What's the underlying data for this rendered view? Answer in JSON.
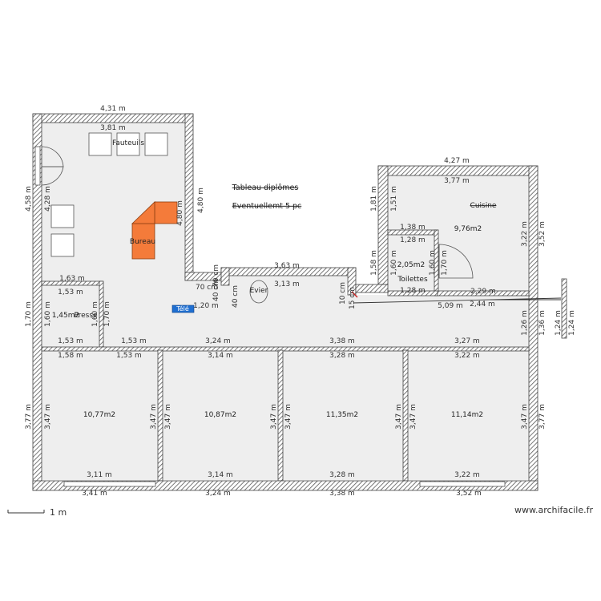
{
  "brand": {
    "footer": "www.archifacile.fr",
    "scale": "1 m"
  },
  "colors": {
    "wall": "#444444",
    "floor": "#eeeeee",
    "desk": "#f47b3a",
    "tv": "#1f6fd1"
  },
  "labels": {
    "fauteuils": "Fauteuils",
    "bureau": "Bureau",
    "tableau": "Tableau diplômes",
    "eventuel": "Eventuellemt 5 pc",
    "evier": "Evier",
    "tele": "Télé",
    "cuisine": "Cuisine",
    "toilettes": "Toilettes",
    "presse": "Presse"
  },
  "areas": {
    "kitchen": "9,76m2",
    "toilet": "2,05m2",
    "small": "1,45m2",
    "room1": "10,77m2",
    "room2": "10,87m2",
    "room3": "11,35m2",
    "room4": "11,14m2"
  },
  "dims": {
    "top_outer": "4,31 m",
    "top_inner": "3,81 m",
    "left_outer": "4,58 m",
    "left_inner": "4,28 m",
    "office_right_a": "4,80 m",
    "office_right_b": "4,80 m",
    "corr_top": "3,63 m",
    "corr_inner": "3,13 m",
    "d_70a": "70 cm",
    "d_40a": "40 cm",
    "d_70b": "70 cm",
    "d_40b": "40 cm",
    "d_10": "10 cm",
    "d_15": "15 cm",
    "w_120": "1,20 m",
    "k_top_outer": "4,27 m",
    "k_top_inner": "3,77 m",
    "k_left_outer": "1,81 m",
    "k_left_inner": "1,51 m",
    "k_right_inner": "3,22 m",
    "k_right_outer": "3,52 m",
    "t_outer": "1,38 m",
    "t_inner": "1,28 m",
    "t_bottom": "1,28 m",
    "t_left_outer": "1,58 m",
    "t_left_inner": "1,60 m",
    "t_right": "1,60 m",
    "t_door": "1,70 m",
    "k_229": "2,29 m",
    "k_244": "2,44 m",
    "k_509": "5,09 m",
    "small_top": "1,63 m",
    "small_inner": "1,53 m",
    "small_bottom": "1,53 m",
    "small_left": "1,70 m",
    "small_left_in": "1,60 m",
    "small_right_in": "1,60 m",
    "small_right": "1,70 m",
    "hall_153": "1,53 m",
    "hall_324": "3,24 m",
    "hall_338": "3,38 m",
    "hall_327": "3,27 m",
    "hall_right_in": "1,26 m",
    "hall_right_out": "1,36 m",
    "sep_a": "1,24 m",
    "sep_b": "1,24 m",
    "r1_top": "1,58 m",
    "r1_top2": "1,53 m",
    "r2_top": "3,14 m",
    "r3_top": "3,28 m",
    "r4_top": "3,22 m",
    "r1_left_outer": "3,77 m",
    "r1_left_inner": "3,47 m",
    "r1_right": "3,47 m",
    "r2_left": "3,47 m",
    "r2_right": "3,47 m",
    "r3_left": "3,47 m",
    "r3_right": "3,47 m",
    "r4_left": "3,47 m",
    "r4_right": "3,47 m",
    "r4_right_outer": "3,77 m",
    "r1_bottom_in": "3,11 m",
    "r2_bottom_in": "3,14 m",
    "r3_bottom_in": "3,28 m",
    "r4_bottom_in": "3,22 m",
    "b_341": "3,41 m",
    "b_324": "3,24 m",
    "b_338": "3,38 m",
    "b_352": "3,52 m"
  }
}
